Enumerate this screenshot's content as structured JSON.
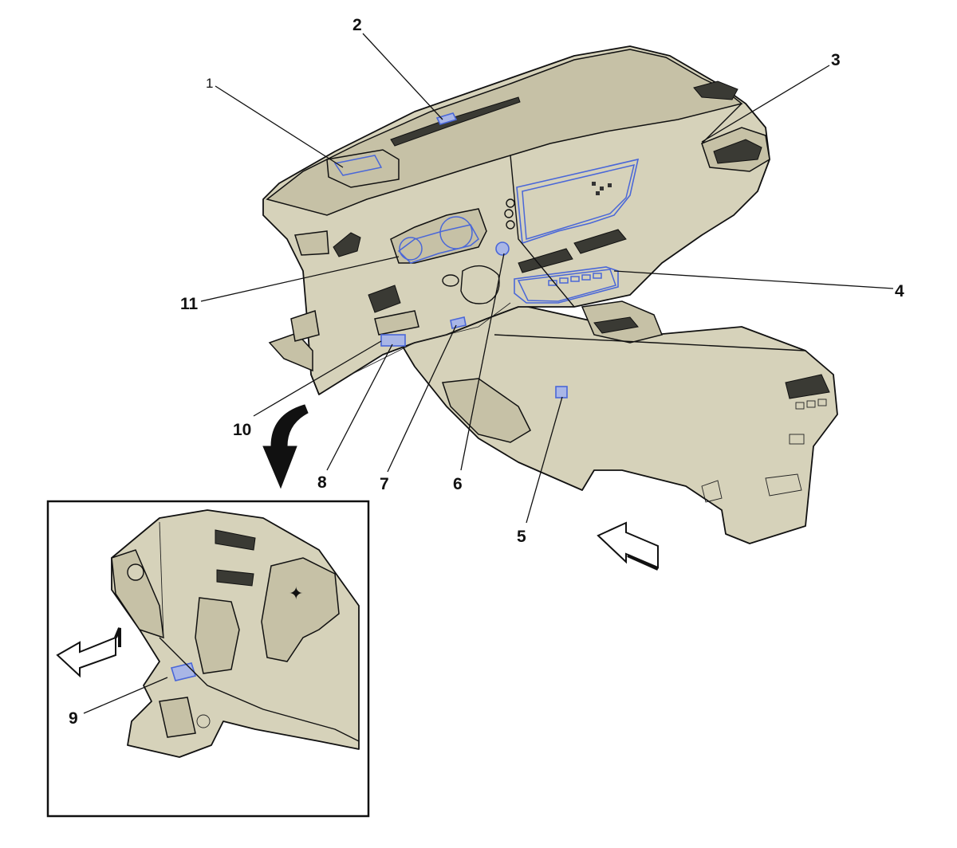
{
  "diagram": {
    "callouts": [
      "1",
      "2",
      "3",
      "4",
      "5",
      "6",
      "7",
      "8",
      "9",
      "10",
      "11"
    ],
    "colors": {
      "panel_fill": "#d6d2ba",
      "highlight": "#4a67d8",
      "outline": "#111111"
    },
    "icons": {
      "view_arrow_main": "hollow-arrow-icon",
      "view_arrow_detail": "hollow-arrow-icon",
      "zoom_arrow": "curved-arrow-icon"
    }
  }
}
